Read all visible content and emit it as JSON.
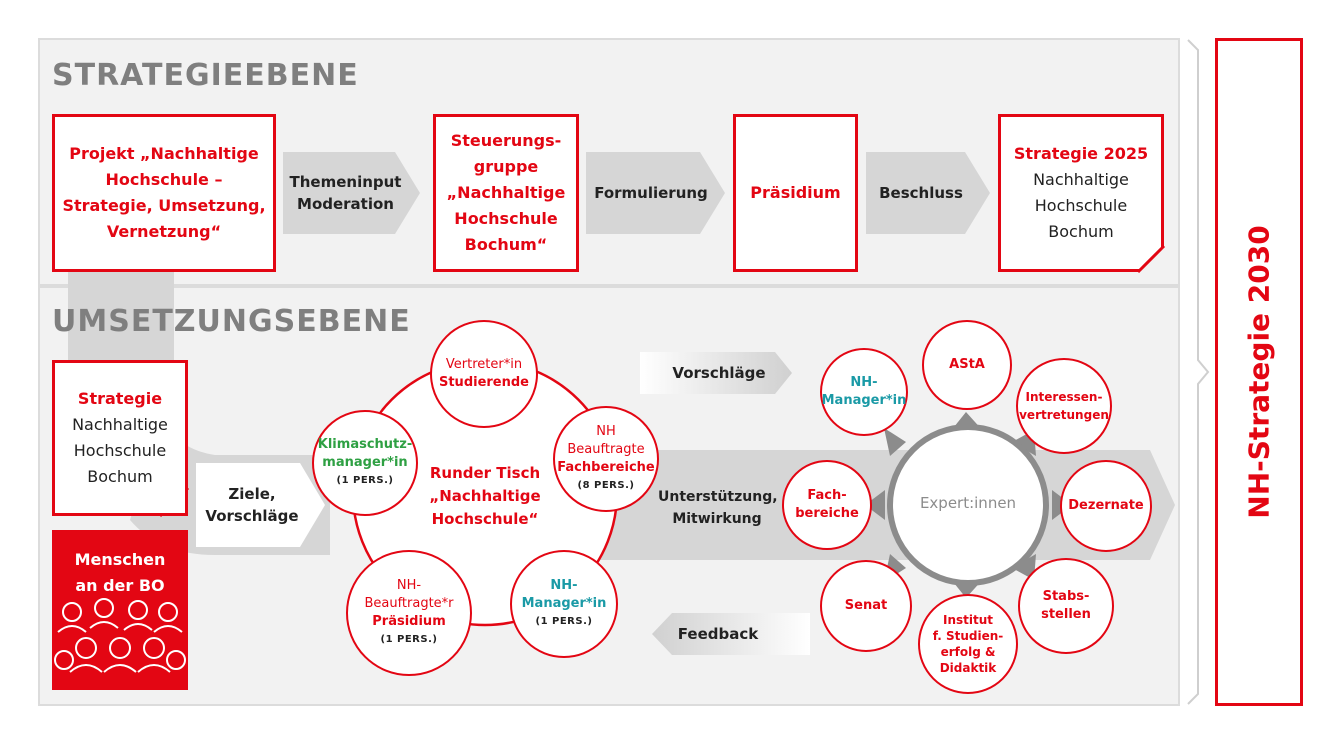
{
  "sections": {
    "strategy_title": "STRATEGIEEBENE",
    "implementation_title": "UMSETZUNGSEBENE"
  },
  "strategy_row": {
    "project_box": "Projekt „Nachhaltige\nHochschule –\nStrategie, Umsetzung,\nVernetzung“",
    "arrow1": "Themeninput\nModeration",
    "steering_box": "Steuerungs-\ngruppe\n„Nachhaltige\nHochschule\nBochum“",
    "arrow2": "Formulierung",
    "presidium_box": "Präsidium",
    "arrow3": "Beschluss",
    "strategy2025_title": "Strategie 2025",
    "strategy2025_text": "Nachhaltige\nHochschule\nBochum"
  },
  "implementation_row": {
    "strategy_doc_title": "Strategie",
    "strategy_doc_text": "Nachhaltige\nHochschule\nBochum",
    "goals_arrow": "Ziele,\nVorschläge",
    "people_title": "Menschen\nan der BO",
    "round_table": "Runder Tisch\n„Nachhaltige\nHochschule“",
    "round_circles": {
      "students_line1": "Vertreter*in",
      "students_line2": "Studierende",
      "faculties_line1": "NH\nBeauftragte",
      "faculties_line2": "Fachbereiche",
      "faculties_pers": "(8 PERS.)",
      "climate_line1": "Klimaschutz-\nmanager*in",
      "climate_pers": "(1 PERS.)",
      "presidium_line1": "NH-\nBeauftragte*r",
      "presidium_line2": "Präsidium",
      "presidium_pers": "(1 PERS.)",
      "manager_line1": "NH-\nManager*in",
      "manager_pers": "(1 PERS.)"
    },
    "suggestions_arrow": "Vorschläge",
    "support_label": "Unterstützung,\nMitwirkung",
    "feedback_arrow": "Feedback",
    "experts_hub": "Expert:innen",
    "expert_circles": {
      "nh_manager": "NH-\nManager*in",
      "asta": "AStA",
      "interest": "Interessen-\nvertretungen",
      "faculties": "Fach-\nbereiche",
      "departments": "Dezernate",
      "senate": "Senat",
      "institute": "Institut\nf. Studien-\nerfolg &\nDidaktik",
      "staff": "Stabs-\nstellen"
    }
  },
  "side_label": "NH-Strategie 2030",
  "colors": {
    "accent": "#e30613",
    "teal": "#1a9aa6",
    "green": "#2ea043",
    "gray": "#d6d6d6"
  }
}
